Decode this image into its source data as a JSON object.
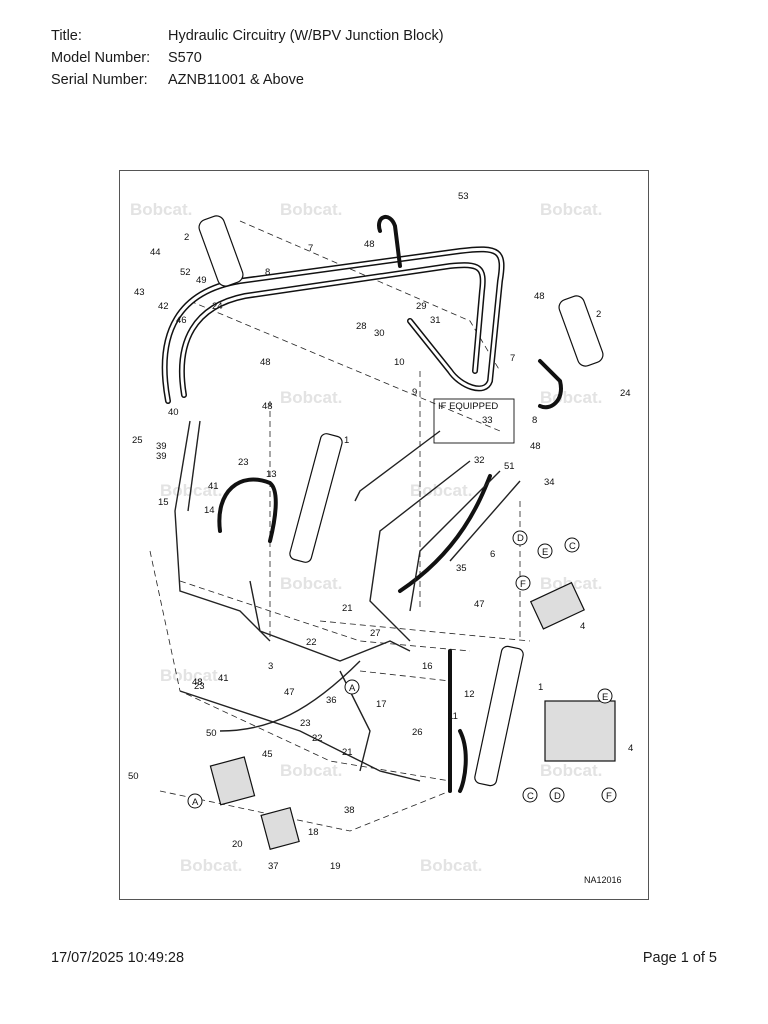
{
  "header": {
    "title_label": "Title:",
    "title_value": "Hydraulic Circuitry (W/BPV Junction Block)",
    "model_label": "Model Number:",
    "model_value": "S570",
    "serial_label": "Serial Number:",
    "serial_value": "AZNB11001 & Above"
  },
  "diagram": {
    "reference_code": "NA12016",
    "watermark_text": "Bobcat.",
    "if_equipped_label": "IF EQUIPPED",
    "callouts": [
      "53",
      "2",
      "7",
      "48",
      "44",
      "52",
      "49",
      "43",
      "42",
      "24",
      "46",
      "8",
      "29",
      "31",
      "28",
      "30",
      "10",
      "48",
      "48",
      "2",
      "7",
      "9",
      "24",
      "8",
      "40",
      "25",
      "39",
      "48",
      "1",
      "33",
      "39",
      "23",
      "41",
      "13",
      "32",
      "51",
      "34",
      "48",
      "15",
      "14",
      "6",
      "D",
      "E",
      "C",
      "35",
      "F",
      "47",
      "21",
      "4",
      "22",
      "3",
      "27",
      "48",
      "23",
      "41",
      "16",
      "1",
      "A",
      "47",
      "36",
      "12",
      "17",
      "23",
      "22",
      "11",
      "26",
      "E",
      "50",
      "45",
      "21",
      "4",
      "50",
      "A",
      "38",
      "C",
      "D",
      "F",
      "18",
      "20",
      "37",
      "19"
    ]
  },
  "footer": {
    "timestamp": "17/07/2025 10:49:28",
    "page": "Page 1 of 5"
  }
}
